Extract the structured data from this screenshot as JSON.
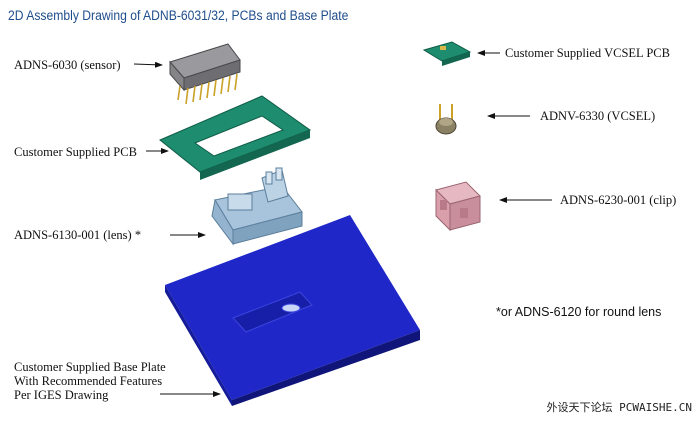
{
  "title": "2D Assembly Drawing of ADNB-6031/32, PCBs and Base Plate",
  "labels": {
    "sensor": "ADNS-6030 (sensor)",
    "pcb": "Customer Supplied PCB",
    "lens": "ADNS-6130-001 (lens) *",
    "vcsel_pcb": "Customer Supplied VCSEL PCB",
    "vcsel": "ADNV-6330 (VCSEL)",
    "clip": "ADNS-6230-001 (clip)",
    "base_line1": "Customer Supplied Base Plate",
    "base_line2": "With Recommended Features",
    "base_line3": "Per IGES Drawing"
  },
  "note": "*or ADNS-6120 for round lens",
  "watermark": "外设天下论坛 PCWAISHE.CN",
  "colors": {
    "title": "#1f4e8c",
    "pcb_green": "#1e8c6e",
    "base_blue": "#1f27c8",
    "lens_blue": "#a8c4dc",
    "clip_pink": "#d9a0ac",
    "sensor_gray": "#7d7d80",
    "pin_gold": "#c9a227"
  }
}
